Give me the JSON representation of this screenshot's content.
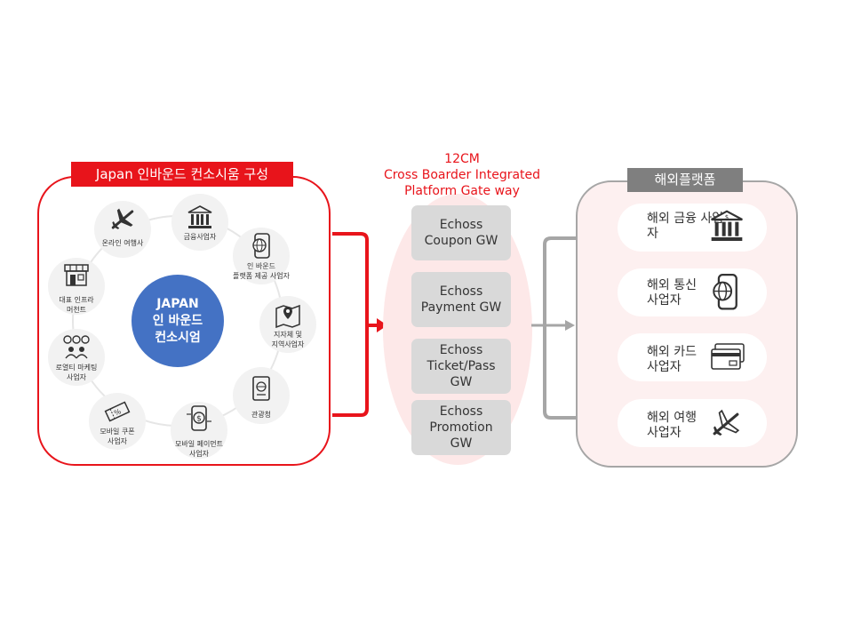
{
  "left": {
    "title": "Japan 인바운드 컨소시움 구성",
    "center_lines": [
      "JAPAN",
      "인 바운드",
      "컨소시엄"
    ],
    "items": [
      {
        "label": "금융사업자",
        "icon": "bank-icon"
      },
      {
        "label": "인 바운드\n플랫폼 제공 사업자",
        "icon": "mobile-globe-icon"
      },
      {
        "label": "지자체 및\n지역사업자",
        "icon": "map-pin-icon"
      },
      {
        "label": "관광청",
        "icon": "passport-icon"
      },
      {
        "label": "모바일 페이먼트\n사업자",
        "icon": "mobile-payment-icon"
      },
      {
        "label": "모바일 쿠폰\n사업자",
        "icon": "coupon-icon"
      },
      {
        "label": "로열티 마케팅\n사업자",
        "icon": "people-icon"
      },
      {
        "label": "대표 인프라\n머천트",
        "icon": "store-icon"
      },
      {
        "label": "온라인 여행사",
        "icon": "airplane-icon"
      }
    ]
  },
  "middle": {
    "title_lines": [
      "12CM",
      "Cross Boarder Integrated",
      "Platform Gate way"
    ],
    "gateways": [
      {
        "lines": [
          "Echoss",
          "Coupon GW"
        ]
      },
      {
        "lines": [
          "Echoss",
          "Payment GW"
        ]
      },
      {
        "lines": [
          "Echoss",
          "Ticket/Pass",
          "GW"
        ]
      },
      {
        "lines": [
          "Echoss",
          "Promotion",
          "GW"
        ]
      }
    ]
  },
  "right": {
    "title": "해외플랫폼",
    "items": [
      {
        "lines": [
          "해외 금융 사업",
          "자"
        ],
        "icon": "bank-icon"
      },
      {
        "lines": [
          "해외 통신",
          "사업자"
        ],
        "icon": "mobile-globe-icon"
      },
      {
        "lines": [
          "해외 카드",
          "사업자"
        ],
        "icon": "credit-card-icon"
      },
      {
        "lines": [
          "해외 여행",
          "사업자"
        ],
        "icon": "airplane-icon"
      }
    ]
  },
  "colors": {
    "accent_red": "#e8141b",
    "center_blue": "#4472c4",
    "gray": "#a6a6a6"
  }
}
